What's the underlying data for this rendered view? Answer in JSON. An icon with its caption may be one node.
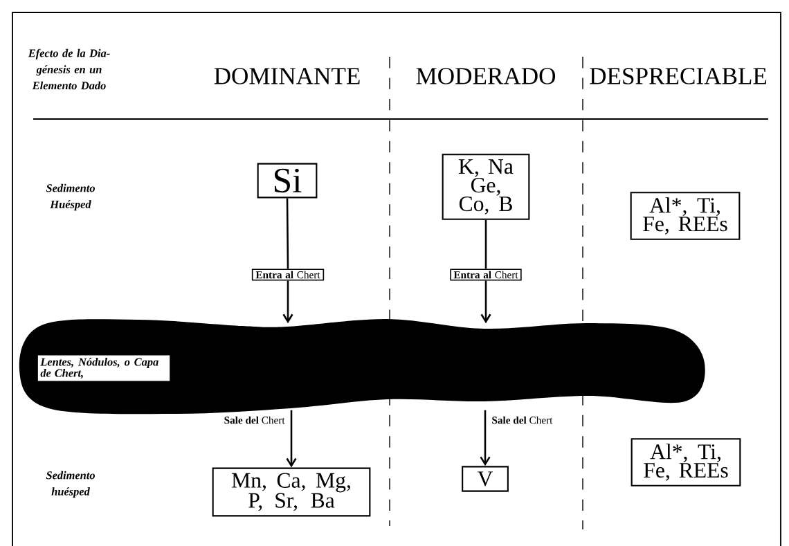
{
  "diagram": {
    "nodes": [
      {
        "text": [
          "Si"
        ]
      },
      {
        "text": [
          "**Entra al** Chert"
        ]
      },
      {
        "text": [
          "K, Na Ge, Co, B"
        ]
      },
      {
        "text": [
          "**Entra al** Chert"
        ]
      },
      {
        "text": [
          "Al*, Ti, Fe, REEs"
        ]
      },
      {
        "text": [
          "Lentes, Nódulos, o Capa de Chert,"
        ]
      },
      {
        "text": [
          "Mn, Ca, Mg, P, Sr, Ba"
        ]
      },
      {
        "text": [
          "V"
        ]
      },
      {
        "text": [
          "Al*, Ti, Fe, REEs"
        ]
      }
    ],
    "edges": [
      {
        "from": 0,
        "to": 1,
        "arrow": "none"
      },
      {
        "from": 1,
        "to": 5,
        "arrow": "to"
      },
      {
        "from": 2,
        "to": 3,
        "arrow": "none"
      },
      {
        "from": 3,
        "to": 5,
        "arrow": "to"
      },
      {
        "from": 5,
        "to": 6,
        "arrow": "to",
        "label": "**Sale del** Chert"
      },
      {
        "from": 5,
        "to": 7,
        "arrow": "to",
        "label": "**Sale del** Chert"
      }
    ],
    "labels": [
      "Efecto de la Dia-génesis en un Elemento Dado",
      "DOMINANTE",
      "MODERADO",
      "DESPRECIABLE",
      "Sedimento Huésped",
      "Sedimento huésped"
    ]
  }
}
